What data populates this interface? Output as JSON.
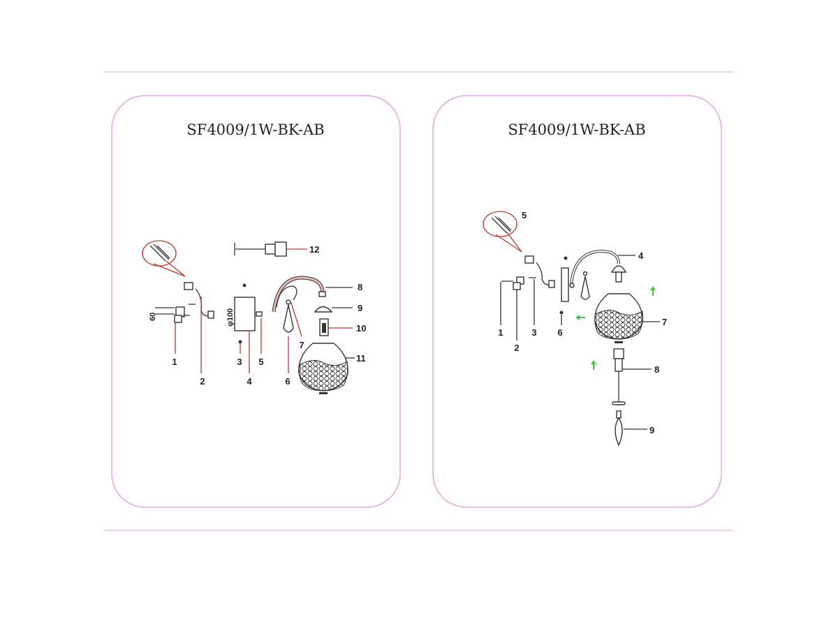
{
  "left_panel": {
    "title": "SF4009/1W-BK-AB",
    "labels": [
      "1",
      "2",
      "3",
      "4",
      "5",
      "6",
      "7",
      "8",
      "9",
      "10",
      "11",
      "12"
    ],
    "dimensions": {
      "bracket": "60",
      "backplate": "φ100"
    }
  },
  "right_panel": {
    "title": "SF4009/1W-BK-AB",
    "labels": [
      "1",
      "2",
      "3",
      "4",
      "5",
      "6",
      "7",
      "8",
      "9"
    ]
  },
  "colors": {
    "frame": "#e6a6e6",
    "rule": "#e8c6ea",
    "leader_left": "#c0392b",
    "arrow": "#33cc33"
  }
}
